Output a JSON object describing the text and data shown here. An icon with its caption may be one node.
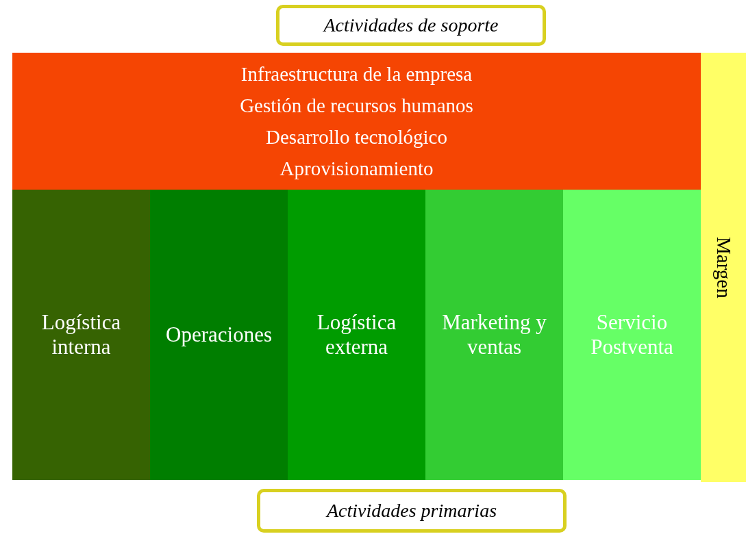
{
  "diagram": {
    "nodes": [
      {
        "text": [
          "Actividades de soporte"
        ]
      },
      {
        "text": [
          "Infraestructura de la empresa",
          "Gestión de recursos humanos",
          "Desarrollo tecnológico",
          "Aprovisionamiento"
        ]
      },
      {
        "text": [
          "Logística interna"
        ]
      },
      {
        "text": [
          "Operaciones"
        ]
      },
      {
        "text": [
          "Logística externa"
        ]
      },
      {
        "text": [
          "Marketing y ventas"
        ]
      },
      {
        "text": [
          "Servicio Postventa"
        ]
      },
      {
        "text": [
          "Margen"
        ]
      },
      {
        "text": [
          "Actividades primarias"
        ]
      }
    ]
  }
}
